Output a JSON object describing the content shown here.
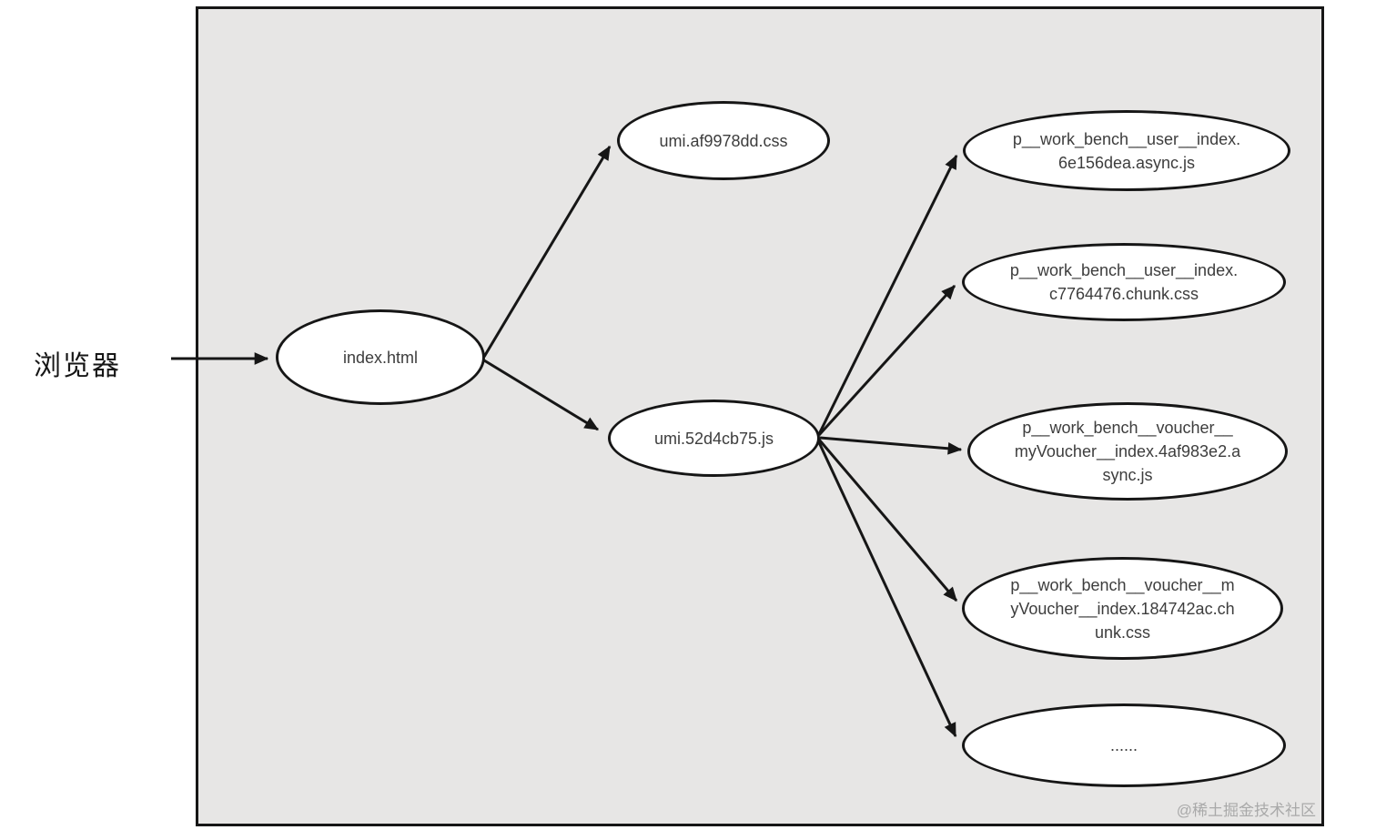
{
  "diagram": {
    "browser_label": "浏览器",
    "colors": {
      "frame_background": "#e7e6e5",
      "stroke": "#161616",
      "node_fill": "#ffffff",
      "node_text": "#3d3d3d",
      "watermark_text": "#a9a9a9"
    },
    "nodes": {
      "index_html": {
        "label": "index.html"
      },
      "umi_css": {
        "label": "umi.af9978dd.css"
      },
      "umi_js": {
        "label": "umi.52d4cb75.js"
      },
      "user_async_js": {
        "lines": [
          "p__work_bench__user__index.",
          "6e156dea.async.js"
        ]
      },
      "user_chunk_css": {
        "lines": [
          "p__work_bench__user__index.",
          "c7764476.chunk.css"
        ]
      },
      "voucher_async_js": {
        "lines": [
          "p__work_bench__voucher__",
          "myVoucher__index.4af983e2.a",
          "sync.js"
        ]
      },
      "voucher_chunk_css": {
        "lines": [
          "p__work_bench__voucher__m",
          "yVoucher__index.184742ac.ch",
          "unk.css"
        ]
      },
      "more": {
        "label": "......"
      }
    },
    "edges": [
      {
        "from": "browser",
        "to": "index_html"
      },
      {
        "from": "index_html",
        "to": "umi_css"
      },
      {
        "from": "index_html",
        "to": "umi_js"
      },
      {
        "from": "umi_js",
        "to": "user_async_js"
      },
      {
        "from": "umi_js",
        "to": "user_chunk_css"
      },
      {
        "from": "umi_js",
        "to": "voucher_async_js"
      },
      {
        "from": "umi_js",
        "to": "voucher_chunk_css"
      },
      {
        "from": "umi_js",
        "to": "more"
      }
    ]
  },
  "watermark": {
    "text": "@稀土掘金技术社区"
  }
}
